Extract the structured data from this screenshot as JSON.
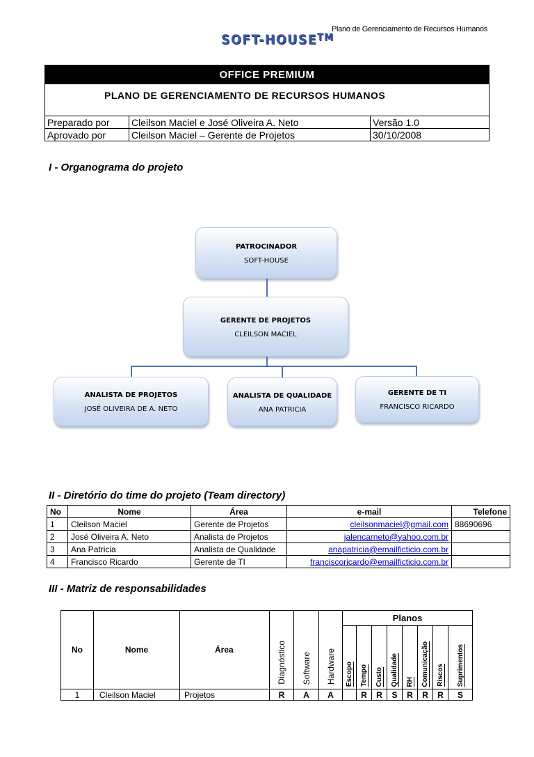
{
  "header": {
    "doc_name": "Plano de Gerenciamento de Recursos Humanos",
    "logo": "SOFT-HOUSE",
    "logo_tm": "TM"
  },
  "title_block": {
    "title": "OFFICE PREMIUM",
    "subtitle": "PLANO DE GERENCIAMENTO DE RECURSOS HUMANOS",
    "prepared_label": "Preparado por",
    "prepared_value": "Cleilson Maciel e José Oliveira A. Neto",
    "version": "Versão 1.0",
    "approved_label": "Aprovado por",
    "approved_value": "Cleilson Maciel – Gerente de Projetos",
    "date": "30/10/2008"
  },
  "section1": {
    "title": "I - Organograma do projeto"
  },
  "org": {
    "sponsor": {
      "role": "PATROCINADOR",
      "name": "SOFT-HOUSE"
    },
    "manager": {
      "role": "GERENTE DE PROJETOS",
      "name": "CLEILSON MACIEL"
    },
    "analyst": {
      "role": "ANALISTA DE PROJETOS",
      "name": "JOSÉ OLIVEIRA DE A. NETO"
    },
    "quality": {
      "role": "ANALISTA DE QUALIDADE",
      "name": "ANA PATRICIA"
    },
    "it": {
      "role": "GERENTE DE TI",
      "name": "FRANCISCO RICARDO"
    }
  },
  "section2": {
    "title": "II - Diretório do time do projeto (Team directory)"
  },
  "directory": {
    "headers": [
      "No",
      "Nome",
      "Área",
      "e-mail",
      "Telefone"
    ],
    "rows": [
      [
        "1",
        "Cleilson Maciel",
        "Gerente de Projetos",
        "cleilsonmaciel@gmail.com",
        "88690696"
      ],
      [
        "2",
        "José Oliveira A. Neto",
        "Analista de Projetos",
        "jalencarneto@yahoo.com.br",
        ""
      ],
      [
        "3",
        "Ana Patricia",
        "Analista de Qualidade",
        "anapatricia@emailficticio.com.br",
        ""
      ],
      [
        "4",
        "Francisco Ricardo",
        "Gerente de TI",
        "franciscoricardo@emailficticio.com.br",
        ""
      ]
    ]
  },
  "section3": {
    "title": "III - Matriz de responsabilidades"
  },
  "matrix": {
    "no_label": "No",
    "name_label": "Nome",
    "area_label": "Área",
    "col_diag": "Diagnóstico",
    "col_soft": "Software",
    "col_hard": "Hardware",
    "planos_label": "Planos",
    "plans": [
      "Escopo",
      "Tempo",
      "Custo",
      "Qualidade",
      "RH",
      "Comunicação",
      "Riscos",
      "Suprimentos"
    ],
    "row1": {
      "no": "1",
      "name": "Cleilson Maciel",
      "area": "Projetos",
      "diag": "R",
      "soft": "A",
      "hard": "A",
      "gap": "",
      "plans": [
        "R",
        "R",
        "S",
        "R",
        "R",
        "R",
        "S"
      ]
    }
  }
}
